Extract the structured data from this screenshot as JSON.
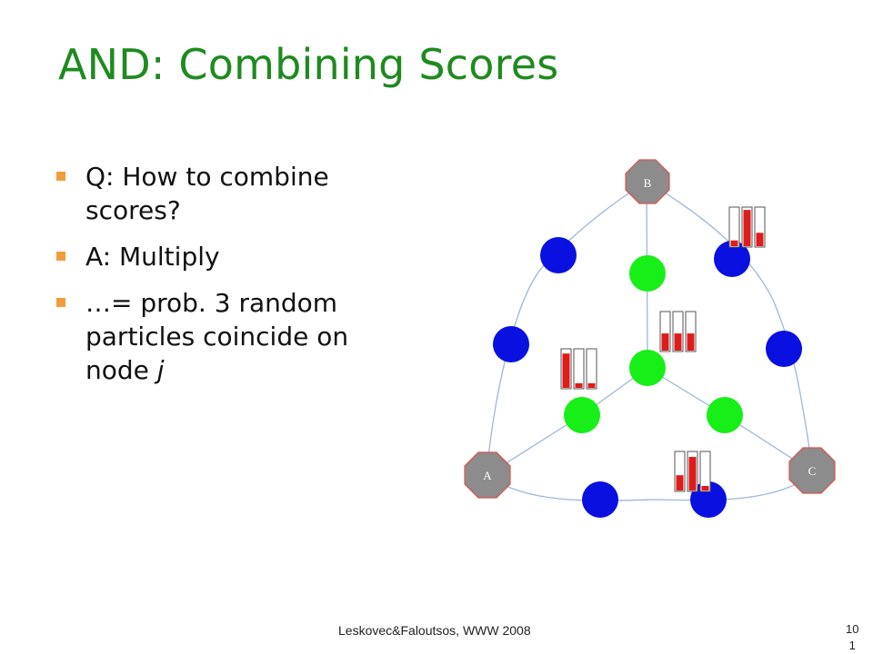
{
  "slide": {
    "title": "AND: Combining Scores",
    "bullets": [
      {
        "text": "Q: How to combine scores?"
      },
      {
        "text": "A: Multiply"
      },
      {
        "text": "…= prob. 3 random particles coincide on node ",
        "italic_tail": "j"
      }
    ],
    "footer": "Leskovec&Faloutsos, WWW 2008",
    "page_number_line1": "10",
    "page_number_line2": "1"
  },
  "diagram": {
    "terminal_nodes": [
      {
        "id": "A",
        "label": "A"
      },
      {
        "id": "B",
        "label": "B"
      },
      {
        "id": "C",
        "label": "C"
      }
    ],
    "colors": {
      "terminal_fill": "#8c8c8c",
      "terminal_stroke": "#d9534f",
      "outer_node": "#0a10e0",
      "inner_node": "#18ee18",
      "edge": "#9db7d6",
      "bar_fill": "#e01b1b",
      "bar_frame": "#555555"
    },
    "score_groups": [
      {
        "name": "score-bars-top-right",
        "levels": [
          0.15,
          0.95,
          0.35
        ]
      },
      {
        "name": "score-bars-center",
        "levels": [
          0.45,
          0.45,
          0.45
        ]
      },
      {
        "name": "score-bars-left",
        "levels": [
          0.9,
          0.12,
          0.12
        ]
      },
      {
        "name": "score-bars-bottom",
        "levels": [
          0.4,
          0.88,
          0.12
        ]
      }
    ]
  }
}
